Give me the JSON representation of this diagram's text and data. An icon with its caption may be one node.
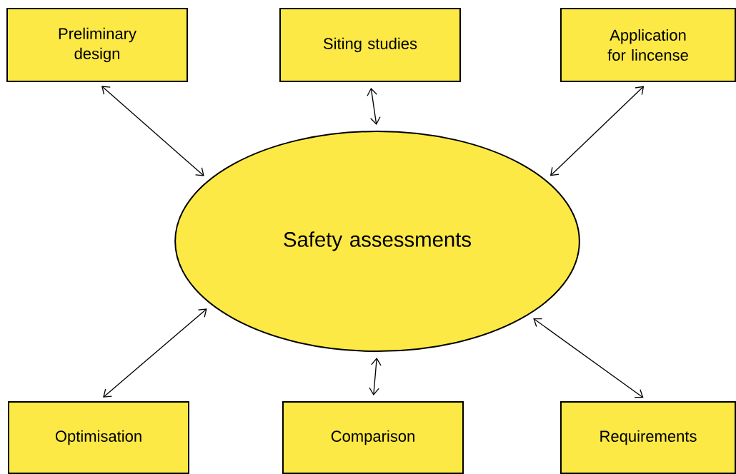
{
  "diagram": {
    "nodes": [
      {
        "text": [
          "Preliminary design"
        ]
      },
      {
        "text": [
          "Siting studies"
        ]
      },
      {
        "text": [
          "Application for lincense"
        ]
      },
      {
        "text": [
          "Safety assessments"
        ]
      },
      {
        "text": [
          "Optimisation"
        ]
      },
      {
        "text": [
          "Comparison"
        ]
      },
      {
        "text": [
          "Requirements"
        ]
      }
    ],
    "edges": [
      {
        "from": 3,
        "to": 0,
        "arrow": "both"
      },
      {
        "from": 3,
        "to": 1,
        "arrow": "both"
      },
      {
        "from": 3,
        "to": 2,
        "arrow": "both"
      },
      {
        "from": 3,
        "to": 4,
        "arrow": "both"
      },
      {
        "from": 3,
        "to": 5,
        "arrow": "both"
      },
      {
        "from": 3,
        "to": 6,
        "arrow": "both"
      }
    ]
  }
}
